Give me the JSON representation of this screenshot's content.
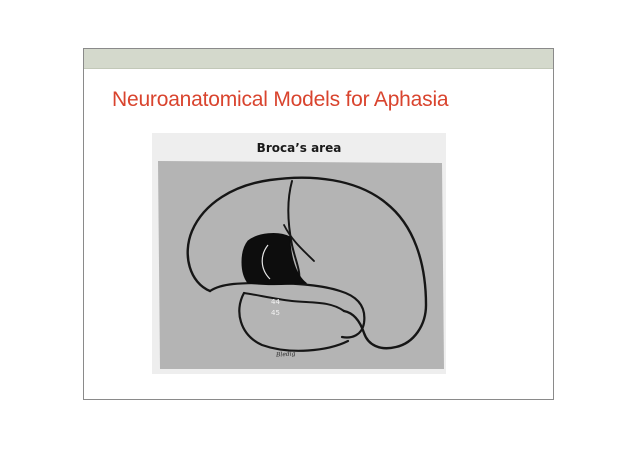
{
  "slide": {
    "title": "Neuroanatomical Models for Aphasia"
  },
  "figure": {
    "heading": "Broca’s area",
    "area_labels": [
      "44",
      "45"
    ],
    "signature": "Bledig"
  },
  "colors": {
    "title_red": "#d9442e",
    "title_band": "#d4d9cc",
    "diagram_bg": "#b4b4b4",
    "outline": "#161616",
    "broca_fill": "#0d0d0d"
  }
}
